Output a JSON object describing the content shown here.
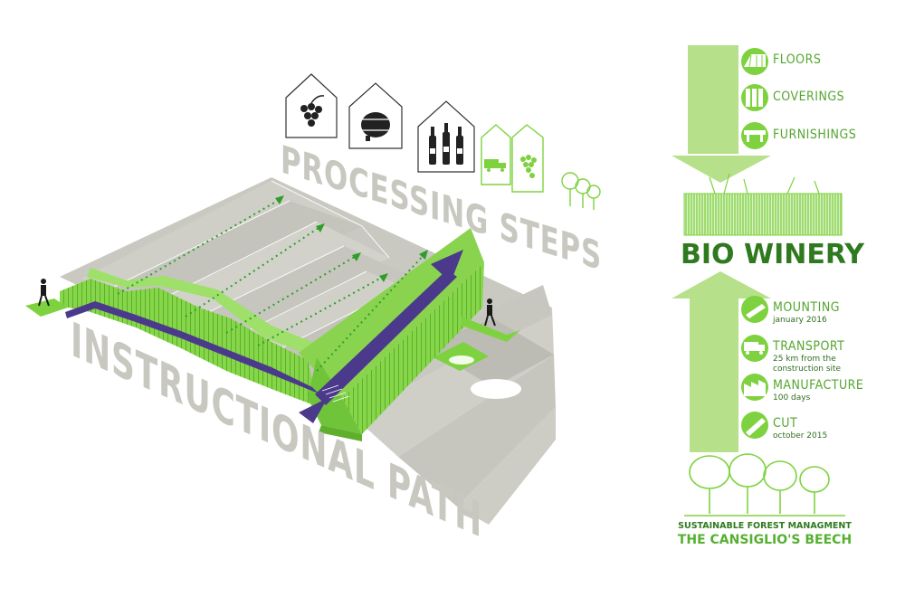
{
  "diagram": {
    "processing_title": "PROCESSING STEPS",
    "path_title": "INSTRUCTIONAL PATH",
    "process_icons": [
      "grapes-icon",
      "barrel-icon",
      "wine-bottles-icon",
      "delivery-truck-icon",
      "grape-vine-icon"
    ]
  },
  "sidebar": {
    "items_top": [
      {
        "label": "FLOORS",
        "icon": "floor-planks-icon"
      },
      {
        "label": "COVERINGS",
        "icon": "wall-panels-icon"
      },
      {
        "label": "FURNISHINGS",
        "icon": "furniture-icon"
      }
    ],
    "center_title": "BIO WINERY",
    "items_bottom": [
      {
        "label": "MOUNTING",
        "sub": "january 2016",
        "icon": "mounting-tool-icon"
      },
      {
        "label": "TRANSPORT",
        "sub": "25 km from the construction site",
        "sub1": "25 km from the",
        "sub2": "construction site",
        "icon": "truck-icon"
      },
      {
        "label": "MANUFACTURE",
        "sub": "100 days",
        "icon": "factory-icon"
      },
      {
        "label": "CUT",
        "sub": "october 2015",
        "icon": "saw-icon"
      }
    ],
    "forest_line1": "SUSTAINABLE FOREST MANAGMENT",
    "forest_line2": "THE CANSIGLIO'S BEECH"
  },
  "colors": {
    "green": "#7ed23f",
    "dark_green": "#2f7a1f",
    "light_green": "#b6e08a",
    "purple": "#4b3a8c",
    "gray": "#c8c8c0",
    "gray_light": "#d8d8d2"
  }
}
